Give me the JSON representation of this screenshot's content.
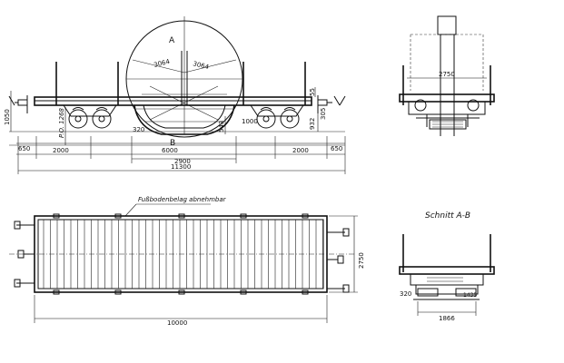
{
  "labels": {
    "section_a": "A",
    "section_b": "B",
    "radius_left": "3064",
    "radius_right": "3064",
    "section_title": "Schnitt A-B",
    "floor_note": "Fußbodenbelag abnehmbar"
  },
  "side_view_dims": {
    "height_1050": "1050",
    "height_1268": "P.O. 1268",
    "end_650_left": "650",
    "axle_2000_left": "2000",
    "depth_320": "320",
    "gap_6000": "6000",
    "gap_2900": "2900",
    "depth_543": "543",
    "wheel_1000": "1000",
    "height_932": "932",
    "height_305": "305",
    "height_55": "55",
    "axle_2000_right": "2000",
    "end_650_right": "650",
    "overall_11300": "11300"
  },
  "end_view_dims": {
    "width_2750": "2750"
  },
  "plan_view_dims": {
    "length_10000": "10000",
    "width_2750": "2750"
  },
  "section_view_dims": {
    "depth_320": "320",
    "gauge_1866": "1866",
    "small_1435": "1435"
  }
}
